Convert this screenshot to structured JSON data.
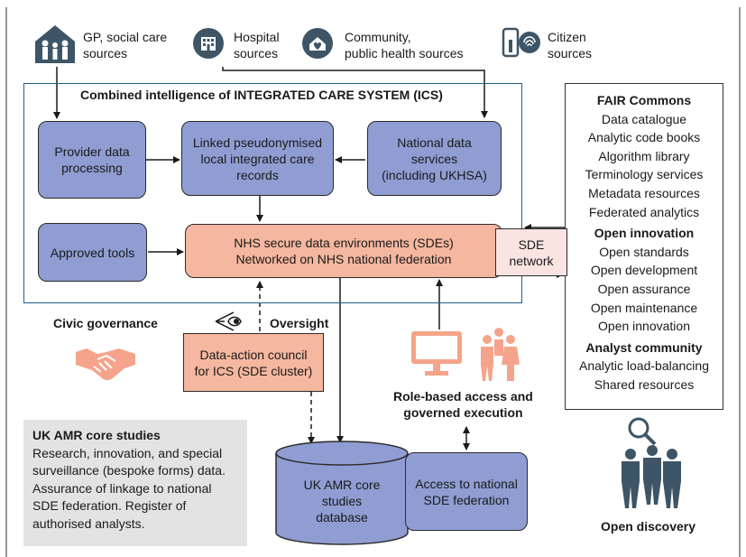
{
  "sources": {
    "gp": "GP, social care\nsources",
    "hospital": "Hospital\nsources",
    "community": "Community,\npublic health sources",
    "citizen": "Citizen\nsources"
  },
  "ics_title": "Combined intelligence of INTEGRATED CARE SYSTEM (ICS)",
  "boxes": {
    "provider": "Provider data\nprocessing",
    "linked": "Linked pseudonymised\nlocal integrated care\nrecords",
    "national": "National data\nservices\n(including UKHSA)",
    "tools": "Approved tools",
    "sde": "NHS secure data environments (SDEs)\nNetworked on NHS national federation",
    "sde_network": "SDE\nnetwork",
    "council": "Data-action council\nfor ICS (SDE cluster)",
    "database": "UK AMR core\nstudies\ndatabase",
    "access": "Access to national\nSDE federation"
  },
  "labels": {
    "civic": "Civic governance",
    "oversight": "Oversight",
    "role_based": "Role-based access and\ngoverned execution",
    "open_discovery": "Open discovery"
  },
  "fair": {
    "items": [
      {
        "text": "FAIR Commons",
        "bold": true
      },
      {
        "text": "Data catalogue",
        "bold": false
      },
      {
        "text": "Analytic code books",
        "bold": false
      },
      {
        "text": "Algorithm library",
        "bold": false
      },
      {
        "text": "Terminology services",
        "bold": false
      },
      {
        "text": "Metadata resources",
        "bold": false
      },
      {
        "text": "Federated analytics",
        "bold": false
      },
      {
        "text": "Open innovation",
        "bold": true
      },
      {
        "text": "Open standards",
        "bold": false
      },
      {
        "text": "Open development",
        "bold": false
      },
      {
        "text": "Open assurance",
        "bold": false
      },
      {
        "text": "Open maintenance",
        "bold": false
      },
      {
        "text": "Open innovation",
        "bold": false
      },
      {
        "text": "Analyst community",
        "bold": true
      },
      {
        "text": "Analytic load-balancing",
        "bold": false
      },
      {
        "text": "Shared resources",
        "bold": false
      }
    ]
  },
  "core_studies": {
    "title": "UK AMR core studies",
    "body": "Research, innovation, and special\nsurveillance (bespoke forms) data.\nAssurance of linkage to national\nSDE federation. Register of\nauthorised analysts."
  },
  "colors": {
    "blue_box": "#8f9dd2",
    "salmon_box": "#f5b79f",
    "icon_dark": "#3d5566",
    "icon_salmon": "#f5a48b",
    "frame_blue": "#1f5f8a",
    "grey_panel": "#e3e3e3"
  }
}
